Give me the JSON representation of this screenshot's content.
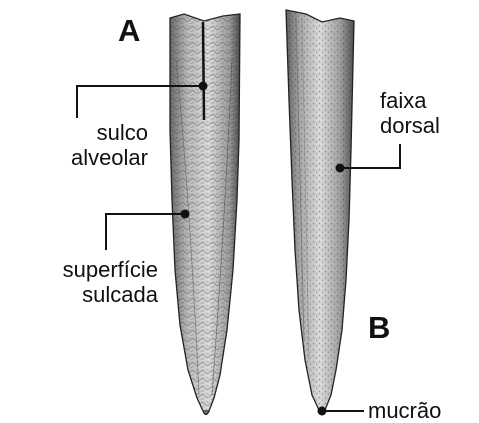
{
  "figure": {
    "panels": [
      {
        "letter": "A"
      },
      {
        "letter": "B"
      }
    ],
    "labels": {
      "sulco_alveolar": [
        "sulco",
        "alveolar"
      ],
      "superficie_sulcada": [
        "superfície",
        "sulcada"
      ],
      "faixa_dorsal": [
        "faixa",
        "dorsal"
      ],
      "mucrao": [
        "mucrão"
      ]
    }
  }
}
